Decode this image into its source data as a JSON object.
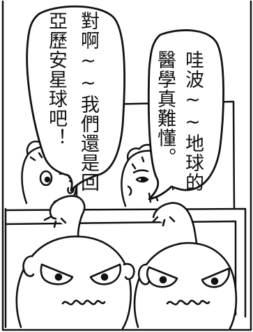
{
  "bubbles": {
    "left": {
      "line1": "對啊~~我們還是回",
      "line2": "亞歷安星球吧！"
    },
    "right": {
      "line1": "哇波~~地球的",
      "line2": "醫學真難懂。"
    }
  },
  "colors": {
    "ink": "#111111",
    "paper": "#ffffff"
  }
}
